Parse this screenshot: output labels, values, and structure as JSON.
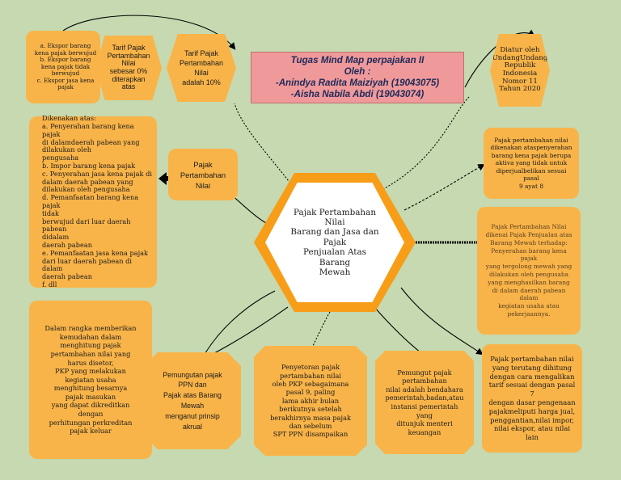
{
  "title_box": {
    "lines": [
      "Tugas Mind Map perpajakan II",
      "Oleh :",
      "-Anindya Radita Maiziyah (19043075)",
      "-Aisha Nabila Abdi (19043074)"
    ]
  },
  "center": {
    "lines": [
      "Pajak Pertambahan Nilai",
      "Barang dan Jasa dan",
      "Pajak",
      "Penjualan Atas Barang",
      "Mewah"
    ]
  },
  "ekspor": {
    "lines": [
      "a. Ekspor barang",
      "kena pajak berwujud",
      "b. Ekspor barang",
      "kena pajak tidak",
      "berwujud",
      "c. Ekspor jasa kena",
      "pajak"
    ]
  },
  "tarif_0": {
    "lines": [
      "Tarif Pajak",
      "Pertambahan",
      "Nilai",
      "sebesar 0%",
      "diterapkan atas"
    ]
  },
  "tarif_10": {
    "lines": [
      "Tarif Pajak",
      "Pertambahan",
      "Nilai",
      "adalah 10%"
    ]
  },
  "diatur": {
    "lines": [
      "Diatur oleh",
      "UndangUndang",
      "Republik",
      "Indonesia",
      "Nomor 11",
      "Tahun 2020"
    ]
  },
  "ppn_label": {
    "lines": [
      "Pajak",
      "Pertambahan",
      "Nilai"
    ]
  },
  "dikenakan": {
    "lines": [
      "Dikenakan atas:",
      "a. Penyerahan barang kena pajak",
      "di dalamdaerah pabean yang",
      "dilakukan oleh",
      "pengusaha",
      "b. Impor barang kena pajak",
      "c. Penyerahan jasa kena pajak di",
      "dalam daerah pabean yang",
      "dilakukan oleh pengusaha",
      "d. Pemanfaatan barang kena pajak",
      "tidak",
      "berwujud dari luar daerah pabean",
      "didalam",
      "daerah pabean",
      "e. Pemanfaatan jasa kena pajak",
      "dari luar daerah pabean di dalam",
      "daerah pabean",
      "f. dll"
    ]
  },
  "kenakan_penyerahan": {
    "lines": [
      "Pajak pertambahan nilai",
      "dikenakan ataspenyerahan",
      "barang kena pajak berupa",
      "aktiva yang tidak untuk",
      "diperjualbelikan sesuai pasal",
      "9 ayat 8"
    ]
  },
  "ppnbm": {
    "lines": [
      "Pajak Pertambahan Nilai",
      "dikenai Pajak Penjualan atas",
      "Barang Mewah terhadap:",
      "Penyerahan barang kena",
      "pajak",
      "yang tergolong mewah yang",
      "dilakukan oleh pengusaha",
      "yang menghasilkan barang",
      "di dalam daerah pabean",
      "dalam",
      "kegiatan usaha atau",
      "pekerjaannya."
    ]
  },
  "rangka": {
    "lines": [
      "Dalam rangka memberikan",
      "kemudahan dalam",
      "menghitung pajak",
      "pertambahan nilai yang",
      "harus disetor,",
      "PKP yang melakukan",
      "kegiatan usaha",
      "menghitung besarnya",
      "pajak masukan",
      "yang dapat dikreditkan",
      "dengan",
      "perhitungan perkreditan",
      "pajak keluar"
    ]
  },
  "pemungutan_ppn": {
    "lines": [
      "Pemungutan pajak",
      "PPN dan",
      "Pajak atas Barang",
      "Mewah",
      "menganut prinsip",
      "akrual"
    ]
  },
  "penyetoran": {
    "lines": [
      "Penyetoran pajak",
      "pertambahan nilai",
      "oleh PKP sebagaimana",
      "pasal 9, paling",
      "lama akhir bulan",
      "berikutnya setelah",
      "berakhirnya masa pajak",
      "dan sebelum",
      "SPT PPN disampaikan"
    ]
  },
  "pemungut": {
    "lines": [
      "Pemungut pajak",
      "pertambahan",
      "nilai adalah bendahara",
      "pemerintah,badan,atau",
      "instansi pemerintah",
      "yang",
      "ditunjuk menteri",
      "keuangan"
    ]
  },
  "terutang": {
    "lines": [
      "Pajak pertambahan nilai",
      "yang terutang dihitung",
      "dengan cara mengalikan",
      "tarif sesuai dengan pasal 7",
      "dengan dasar pengenaan",
      "pajakmeliputi harga jual,",
      "penggantian,nilai impor,",
      "nilai ekspor, atau nilai lain"
    ]
  },
  "colors": {
    "background": "#c6d9b0",
    "node_fill": "#f9b449",
    "center_ring": "#f79d17",
    "title_fill": "#f0999a",
    "title_text": "#1c2a5a",
    "connector": "#000000"
  }
}
